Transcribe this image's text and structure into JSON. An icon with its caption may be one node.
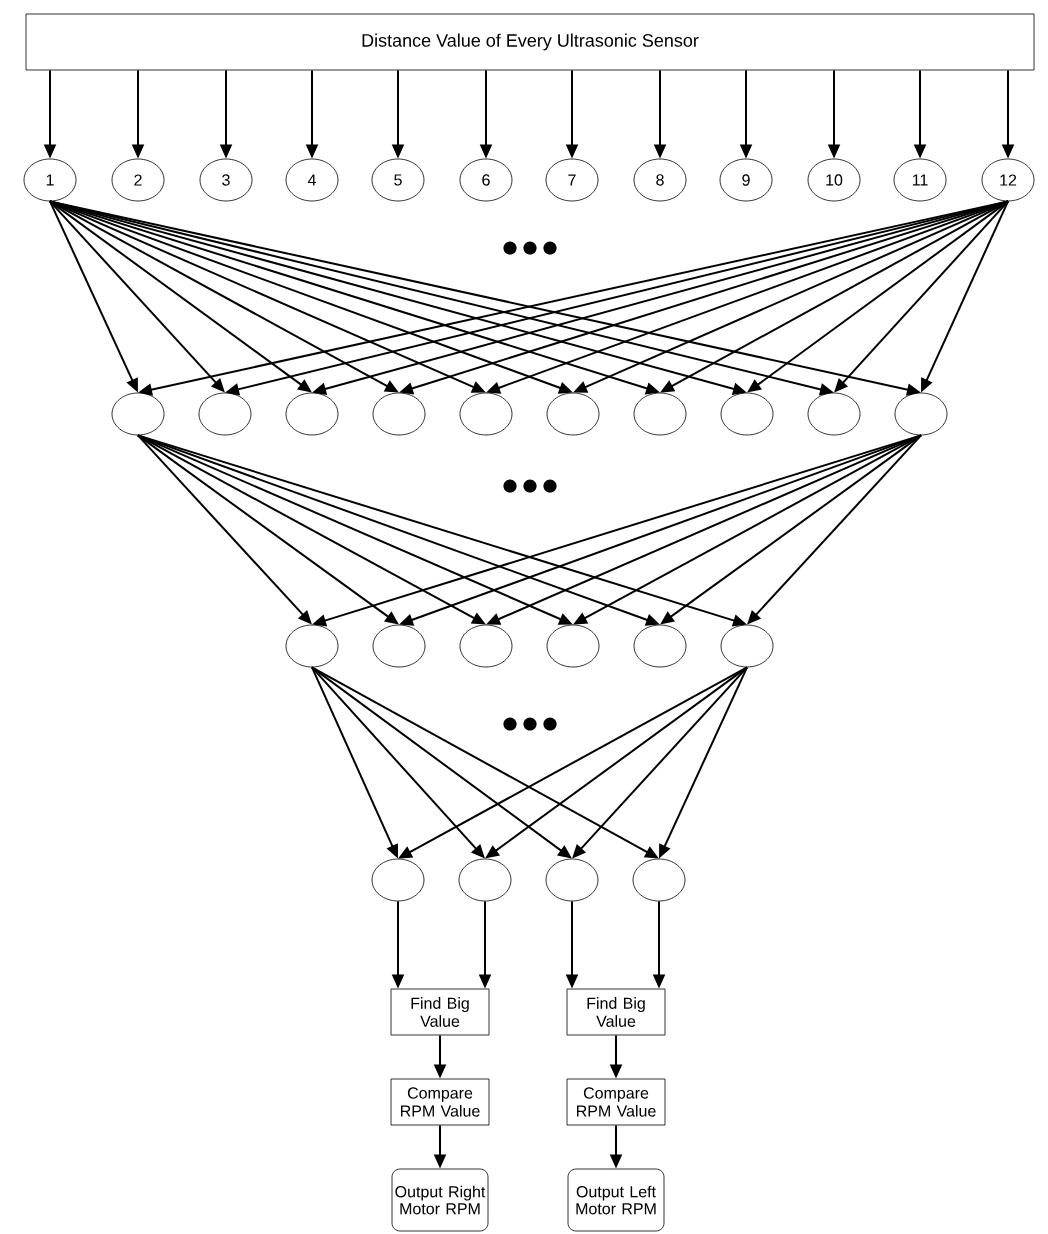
{
  "diagram": {
    "nodes": [
      {
        "text": [
          "Distance Value of Every Ultrasonic Sensor"
        ]
      },
      {
        "text": [
          "1"
        ]
      },
      {
        "text": [
          "2"
        ]
      },
      {
        "text": [
          "3"
        ]
      },
      {
        "text": [
          "4"
        ]
      },
      {
        "text": [
          "5"
        ]
      },
      {
        "text": [
          "6"
        ]
      },
      {
        "text": [
          "7"
        ]
      },
      {
        "text": [
          "8"
        ]
      },
      {
        "text": [
          "9"
        ]
      },
      {
        "text": [
          "10"
        ]
      },
      {
        "text": [
          "11"
        ]
      },
      {
        "text": [
          "12"
        ]
      },
      {
        "text": [],
        "shape": "circle"
      },
      {
        "text": [],
        "shape": "circle"
      },
      {
        "text": [],
        "shape": "circle"
      },
      {
        "text": [],
        "shape": "circle"
      },
      {
        "text": [],
        "shape": "circle"
      },
      {
        "text": [],
        "shape": "circle"
      },
      {
        "text": [],
        "shape": "circle"
      },
      {
        "text": [],
        "shape": "circle"
      },
      {
        "text": [],
        "shape": "circle"
      },
      {
        "text": [],
        "shape": "circle"
      },
      {
        "text": [],
        "shape": "circle"
      },
      {
        "text": [],
        "shape": "circle"
      },
      {
        "text": [],
        "shape": "circle"
      },
      {
        "text": [],
        "shape": "circle"
      },
      {
        "text": [],
        "shape": "circle"
      },
      {
        "text": [],
        "shape": "circle"
      },
      {
        "text": [],
        "shape": "circle"
      },
      {
        "text": [],
        "shape": "circle"
      },
      {
        "text": [],
        "shape": "circle"
      },
      {
        "text": [],
        "shape": "circle"
      },
      {
        "text": [
          "Find Big Value"
        ]
      },
      {
        "text": [
          "Find Big Value"
        ]
      },
      {
        "text": [
          "Compare RPM Value"
        ]
      },
      {
        "text": [
          "Compare RPM Value"
        ]
      },
      {
        "text": [
          "Output Right Motor RPM"
        ]
      },
      {
        "text": [
          "Output Left Motor RPM"
        ]
      }
    ],
    "edges": [
      {
        "from": 0,
        "to": 1,
        "arrow": "to"
      },
      {
        "from": 0,
        "to": 2,
        "arrow": "to"
      },
      {
        "from": 0,
        "to": 3,
        "arrow": "to"
      },
      {
        "from": 0,
        "to": 4,
        "arrow": "to"
      },
      {
        "from": 0,
        "to": 5,
        "arrow": "to"
      },
      {
        "from": 0,
        "to": 6,
        "arrow": "to"
      },
      {
        "from": 0,
        "to": 7,
        "arrow": "to"
      },
      {
        "from": 0,
        "to": 8,
        "arrow": "to"
      },
      {
        "from": 0,
        "to": 9,
        "arrow": "to"
      },
      {
        "from": 0,
        "to": 10,
        "arrow": "to"
      },
      {
        "from": 0,
        "to": 11,
        "arrow": "to"
      },
      {
        "from": 0,
        "to": 12,
        "arrow": "to"
      },
      {
        "from": 1,
        "to": 13,
        "arrow": "to"
      },
      {
        "from": 1,
        "to": 14,
        "arrow": "to"
      },
      {
        "from": 1,
        "to": 15,
        "arrow": "to"
      },
      {
        "from": 1,
        "to": 16,
        "arrow": "to"
      },
      {
        "from": 1,
        "to": 17,
        "arrow": "to"
      },
      {
        "from": 1,
        "to": 18,
        "arrow": "to"
      },
      {
        "from": 1,
        "to": 19,
        "arrow": "to"
      },
      {
        "from": 1,
        "to": 20,
        "arrow": "to"
      },
      {
        "from": 1,
        "to": 21,
        "arrow": "to"
      },
      {
        "from": 1,
        "to": 22,
        "arrow": "to"
      },
      {
        "from": 12,
        "to": 13,
        "arrow": "to"
      },
      {
        "from": 12,
        "to": 14,
        "arrow": "to"
      },
      {
        "from": 12,
        "to": 15,
        "arrow": "to"
      },
      {
        "from": 12,
        "to": 16,
        "arrow": "to"
      },
      {
        "from": 12,
        "to": 17,
        "arrow": "to"
      },
      {
        "from": 12,
        "to": 18,
        "arrow": "to"
      },
      {
        "from": 12,
        "to": 19,
        "arrow": "to"
      },
      {
        "from": 12,
        "to": 20,
        "arrow": "to"
      },
      {
        "from": 12,
        "to": 21,
        "arrow": "to"
      },
      {
        "from": 12,
        "to": 22,
        "arrow": "to"
      },
      {
        "from": 13,
        "to": 23,
        "arrow": "to"
      },
      {
        "from": 13,
        "to": 24,
        "arrow": "to"
      },
      {
        "from": 13,
        "to": 25,
        "arrow": "to"
      },
      {
        "from": 13,
        "to": 26,
        "arrow": "to"
      },
      {
        "from": 13,
        "to": 27,
        "arrow": "to"
      },
      {
        "from": 13,
        "to": 28,
        "arrow": "to"
      },
      {
        "from": 22,
        "to": 23,
        "arrow": "to"
      },
      {
        "from": 22,
        "to": 24,
        "arrow": "to"
      },
      {
        "from": 22,
        "to": 25,
        "arrow": "to"
      },
      {
        "from": 22,
        "to": 26,
        "arrow": "to"
      },
      {
        "from": 22,
        "to": 27,
        "arrow": "to"
      },
      {
        "from": 22,
        "to": 28,
        "arrow": "to"
      },
      {
        "from": 23,
        "to": 29,
        "arrow": "to"
      },
      {
        "from": 23,
        "to": 30,
        "arrow": "to"
      },
      {
        "from": 23,
        "to": 31,
        "arrow": "to"
      },
      {
        "from": 23,
        "to": 32,
        "arrow": "to"
      },
      {
        "from": 28,
        "to": 29,
        "arrow": "to"
      },
      {
        "from": 28,
        "to": 30,
        "arrow": "to"
      },
      {
        "from": 28,
        "to": 31,
        "arrow": "to"
      },
      {
        "from": 28,
        "to": 32,
        "arrow": "to"
      },
      {
        "from": 29,
        "to": 33,
        "arrow": "to"
      },
      {
        "from": 30,
        "to": 33,
        "arrow": "to"
      },
      {
        "from": 31,
        "to": 34,
        "arrow": "to"
      },
      {
        "from": 32,
        "to": 34,
        "arrow": "to"
      },
      {
        "from": 33,
        "to": 35,
        "arrow": "to"
      },
      {
        "from": 34,
        "to": 36,
        "arrow": "to"
      },
      {
        "from": 35,
        "to": 37,
        "arrow": "to"
      },
      {
        "from": 36,
        "to": 38,
        "arrow": "to"
      }
    ]
  }
}
